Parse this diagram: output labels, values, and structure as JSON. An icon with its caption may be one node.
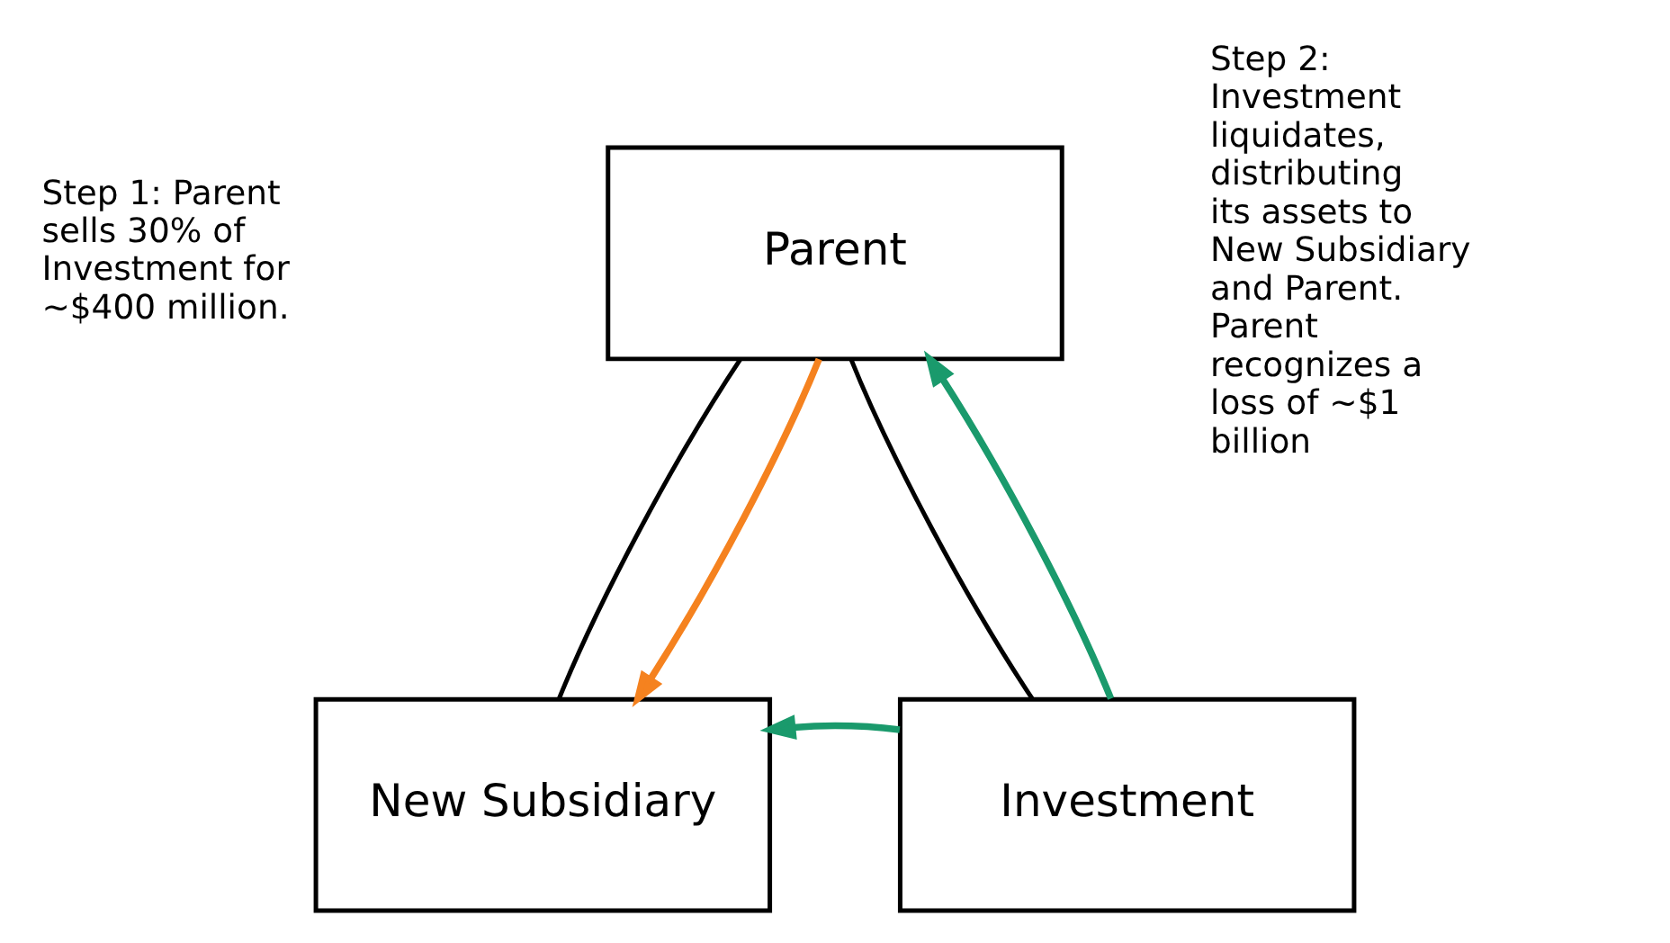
{
  "diagram": {
    "nodes": [
      {
        "text": [
          "Parent"
        ]
      },
      {
        "text": [
          "New Subsidiary"
        ]
      },
      {
        "text": [
          "Investment"
        ]
      }
    ],
    "edges": [
      {
        "from": 0,
        "to": 1,
        "arrow": "none"
      },
      {
        "from": 0,
        "to": 2,
        "arrow": "none"
      },
      {
        "from": 0,
        "to": 1,
        "arrow": "to",
        "color": "#f5821f"
      },
      {
        "from": 2,
        "to": 1,
        "arrow": "to",
        "color": "#1a9a6c"
      },
      {
        "from": 2,
        "to": 0,
        "arrow": "to",
        "color": "#1a9a6c"
      }
    ],
    "labels": [
      "Step 1: Parent sells 30% of Investment for ~$400 million.",
      "Step 2: Investment liquidates, distributing its assets to New Subsidiary and Parent. Parent recognizes a loss of ~$1 billion"
    ]
  }
}
